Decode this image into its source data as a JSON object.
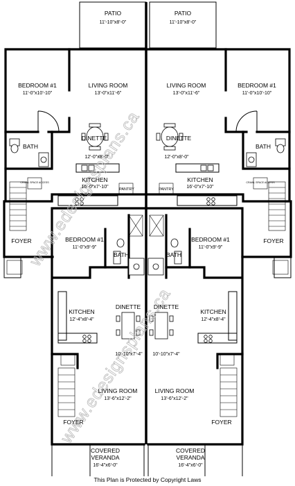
{
  "labels": {
    "patio_left": "PATIO",
    "patio_left_dim": "11'-10\"x8'-0\"",
    "patio_right": "PATIO",
    "patio_right_dim": "11'-10\"x8'-0\"",
    "bed1_tl": "BEDROOM #1",
    "bed1_tl_dim": "11'-0\"x10'-10\"",
    "living_tl": "LIVING ROOM",
    "living_tl_dim": "13'-0\"x11'-6\"",
    "living_tr": "LIVING ROOM",
    "living_tr_dim": "13'-0\"x11'-6\"",
    "bed1_tr": "BEDROOM #1",
    "bed1_tr_dim": "11'-0\"x10'-10\"",
    "dinette_tl": "DINETTE",
    "dinette_tl_dim": "12'-0\"x8'-0\"",
    "dinette_tr": "DINETTE",
    "dinette_tr_dim": "12'-0\"x8'-0\"",
    "bath_tl": "BATH",
    "bath_tr": "BATH",
    "kitchen_tl": "KITCHEN",
    "kitchen_tl_dim": "16'-0\"x7'-10\"",
    "kitchen_tr": "KITCHEN",
    "kitchen_tr_dim": "16'-0\"x7'-10\"",
    "pantry_l": "PANTRY",
    "pantry_r": "PANTRY",
    "crawl_l": "CRAWL SPACE ACCESS",
    "crawl_r": "CRAWL SPACE ACCESS",
    "foyer_tl": "FOYER",
    "foyer_tr": "FOYER",
    "bed1_bl": "BEDROOM #1",
    "bed1_bl_dim": "11'-0\"x9'-9\"",
    "bed1_br": "BEDROOM #1",
    "bed1_br_dim": "11'-0\"x9'-9\"",
    "bath_bl": "BATH",
    "bath_br": "BATH",
    "kitchen_bl": "KITCHEN",
    "kitchen_bl_dim": "12'-4\"x8'-4\"",
    "kitchen_br": "KITCHEN",
    "kitchen_br_dim": "12'-4\"x8'-4\"",
    "dinette_bl": "DINETTE",
    "dinette_bl_dim": "10'-10\"x7'-4\"",
    "dinette_br": "DINETTE",
    "dinette_br_dim": "10'-10\"x7'-4\"",
    "living_bl": "LIVING ROOM",
    "living_bl_dim": "13'-6\"x12'-2\"",
    "living_br": "LIVING ROOM",
    "living_br_dim": "13'-6\"x12'-2\"",
    "foyer_bl": "FOYER",
    "foyer_br": "FOYER",
    "veranda_l_1": "COVERED",
    "veranda_l_2": "VERANDA",
    "veranda_l_dim": "16'-4\"x6'-0\"",
    "veranda_r_1": "COVERED",
    "veranda_r_2": "VERANDA",
    "veranda_r_dim": "16'-4\"x6'-0\""
  },
  "watermark": {
    "top": "www.edesignsplans.ca",
    "bottom": "www.edesignsplans.ca"
  },
  "footer": {
    "copyright": "This Plan is Protected by Copyright Laws"
  }
}
